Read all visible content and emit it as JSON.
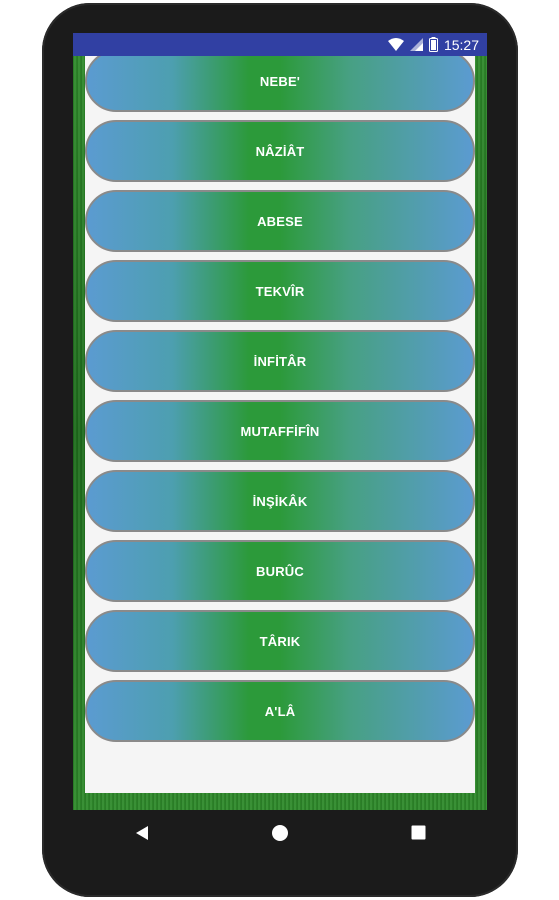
{
  "status_bar": {
    "time": "15:27",
    "background": "#3140a3"
  },
  "list": {
    "items": [
      {
        "label": "NEBE'"
      },
      {
        "label": "NÂZİÂT"
      },
      {
        "label": "ABESE"
      },
      {
        "label": "TEKVÎR"
      },
      {
        "label": "İNFİTÂR"
      },
      {
        "label": "MUTAFFİFÎN"
      },
      {
        "label": "İNŞİKÂK"
      },
      {
        "label": "BURÛC"
      },
      {
        "label": "TÂRIK"
      },
      {
        "label": "A'LÂ"
      }
    ]
  },
  "icons": {
    "wifi": "wifi-icon",
    "signal": "signal-icon",
    "battery": "battery-icon",
    "back": "back-icon",
    "home": "home-icon",
    "recents": "recents-icon"
  },
  "colors": {
    "button_edge": "#5b9bd1",
    "button_center": "#2c9a3a",
    "frame": "#1e6b1f"
  }
}
